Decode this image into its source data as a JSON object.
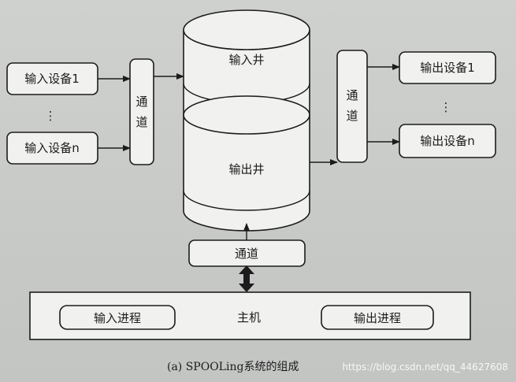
{
  "diagram": {
    "input_devices": [
      "输入设备1",
      "输入设备n"
    ],
    "output_devices": [
      "输出设备1",
      "输出设备n"
    ],
    "ellipsis": "⋮",
    "left_channel": "通道",
    "right_channel": "通道",
    "bottom_channel": "通道",
    "input_well": "输入井",
    "output_well": "输出井",
    "host": "主机",
    "input_process": "输入进程",
    "output_process": "输出进程",
    "caption": "(a) SPOOLing系统的组成",
    "watermark": "https://blog.csdn.net/qq_44627608"
  },
  "colors": {
    "background": "#cbcdcb",
    "box_fill": "#f1f1ef",
    "stroke": "#1c1c1c"
  }
}
